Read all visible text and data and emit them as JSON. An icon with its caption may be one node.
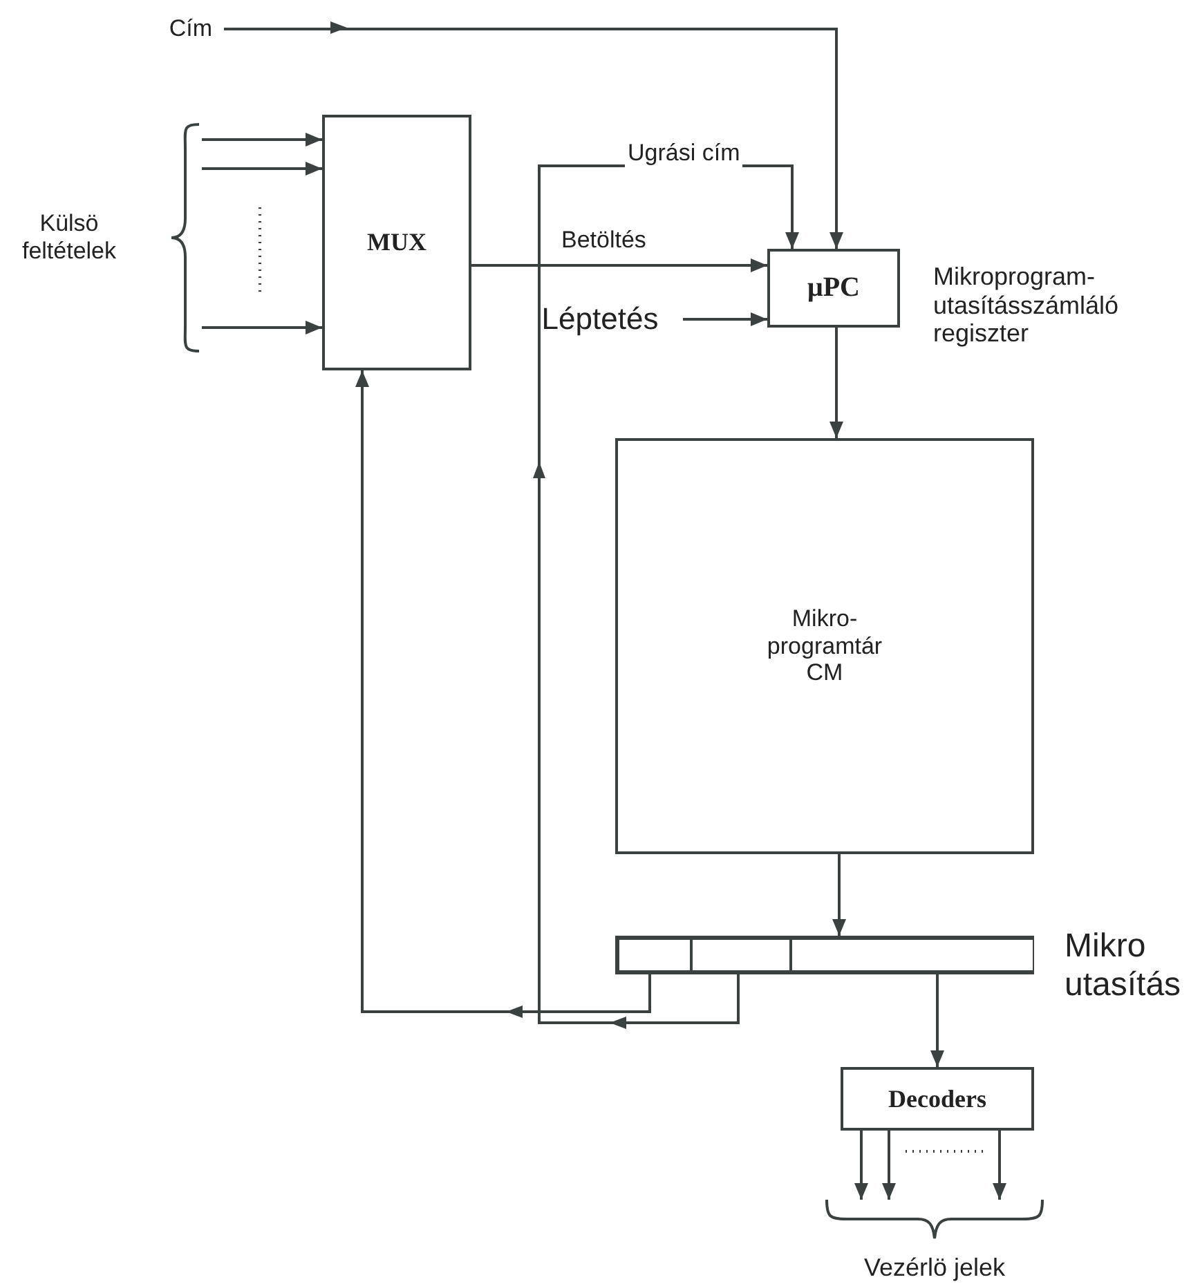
{
  "diagram": {
    "nodes": [
      {
        "text": [
          "Cím"
        ]
      },
      {
        "text": [
          "Külsö feltételek"
        ]
      },
      {
        "text": [
          "MUX"
        ]
      },
      {
        "text": [
          "μ**PC**"
        ],
        "beside": [
          "Mikroprogram- utasításszámláló regiszter"
        ]
      },
      {
        "text": [
          "Léptetés"
        ]
      },
      {
        "text": [
          "Mikro- programtár CM"
        ]
      },
      {
        "text": [],
        "shape": "bar",
        "beside": [
          "Mikro utasítás"
        ]
      },
      {
        "text": [],
        "shape": "box",
        "in": 6
      },
      {
        "text": [],
        "shape": "box",
        "in": 6
      },
      {
        "text": [],
        "shape": "box",
        "in": 6
      },
      {
        "text": [
          "Decoders"
        ]
      },
      {
        "text": [
          "Vezérlö jelek"
        ]
      }
    ],
    "edges": [
      {
        "from": 0,
        "to": 3,
        "arrow": "to"
      },
      {
        "from": 1,
        "to": 2,
        "arrow": "to"
      },
      {
        "from": 1,
        "to": 2,
        "arrow": "to"
      },
      {
        "from": 1,
        "to": 2,
        "arrow": "to"
      },
      {
        "from": 2,
        "to": 3,
        "arrow": "to",
        "label": "Betöltés"
      },
      {
        "from": 4,
        "to": 3,
        "arrow": "to"
      },
      {
        "from": 3,
        "to": 5,
        "arrow": "to"
      },
      {
        "from": 5,
        "to": 6,
        "arrow": "to"
      },
      {
        "from": 7,
        "to": 2,
        "arrow": "to"
      },
      {
        "from": 8,
        "to": 3,
        "arrow": "to",
        "label": "Ugrási cím"
      },
      {
        "from": 9,
        "to": 10,
        "arrow": "to"
      },
      {
        "from": 10,
        "to": 11,
        "arrow": "to"
      },
      {
        "from": 10,
        "to": 11,
        "arrow": "to"
      },
      {
        "from": 10,
        "to": 11,
        "arrow": "to"
      }
    ]
  }
}
